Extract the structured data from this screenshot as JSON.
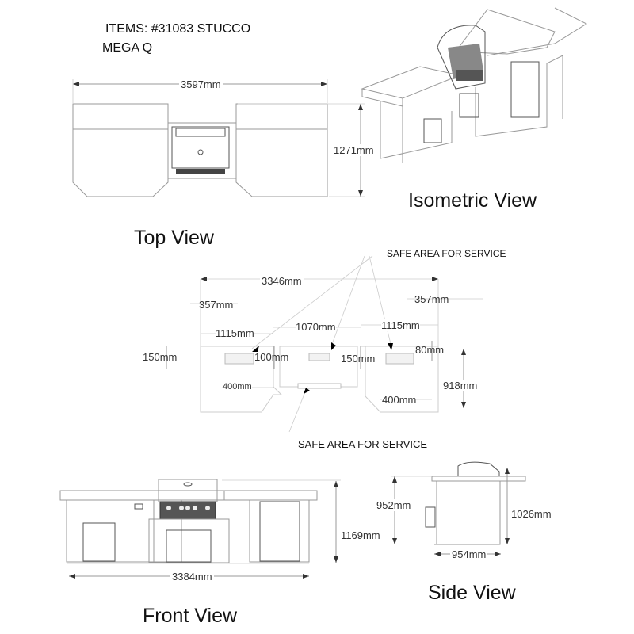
{
  "header": {
    "items_line": "ITEMS: #31083 STUCCO",
    "model_line": "MEGA Q"
  },
  "views": {
    "top": "Top View",
    "isometric": "Isometric View",
    "front": "Front View",
    "side": "Side View"
  },
  "top_view": {
    "width": "3597mm",
    "depth": "1271mm"
  },
  "plan": {
    "overall": "3346mm",
    "left_offset": "357mm",
    "right_offset": "357mm",
    "left_section": "1115mm",
    "center_section": "1070mm",
    "right_section": "1115mm",
    "left_depth": "150mm",
    "gap_left": "100mm",
    "gap_right": "150mm",
    "right_gap": "80mm",
    "left_cutout": "400mm",
    "right_cutout": "400mm",
    "total_depth": "918mm",
    "safe_area_top": "SAFE AREA FOR SERVICE",
    "safe_area_bottom": "SAFE AREA FOR SERVICE"
  },
  "front_view": {
    "width": "3384mm",
    "height": "1169mm"
  },
  "side_view": {
    "depth": "954mm",
    "counter_height": "952mm",
    "overall_height": "1026mm"
  }
}
